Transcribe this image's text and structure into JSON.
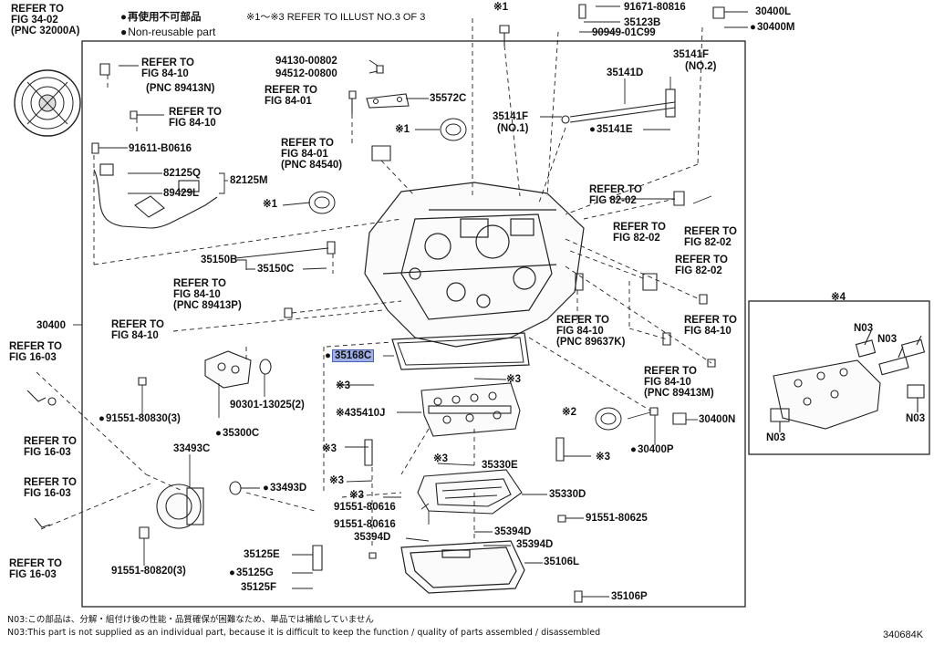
{
  "legend": {
    "jp": "再使用不可部品",
    "en": "Non-reusable part",
    "refer_note": "※1～※3 REFER TO ILLUST NO.3 OF 3"
  },
  "assembly_label": "30400",
  "inset_marker": "※4",
  "footer": {
    "line_jp": "N03:この部品は、分解・組付け後の性能・品質確保が困難なため、単品では補給していません",
    "line_en": "N03:This part is not supplied as an individual part, because it is difficult to keep the function / quality of parts assembled / disassembled",
    "illust_no": "340684K"
  },
  "labels": {
    "ref_34_02": "REFER TO|FIG 34-02|(PNC 32000A)",
    "ref_84_10_a": "REFER TO|FIG 84-10",
    "pnc_89413n": "(PNC 89413N)",
    "ref_84_10_b": "REFER TO|FIG 84-10",
    "p_91611": "91611-B0616",
    "p_82125q": "82125Q",
    "p_82125m": "82125M",
    "p_89429l": "89429L",
    "p_94130": "94130-00802",
    "p_94512": "94512-00800",
    "ref_84_01_a": "REFER TO|FIG 84-01",
    "p_35572c": "35572C",
    "ref_84_01_b": "REFER TO|FIG 84-01|(PNC 84540)",
    "x1_a": "1",
    "x1_b": "1",
    "x1_c": "1",
    "p_91671": "91671-80816",
    "p_35123b": "35123B",
    "p_90949": "90949-01C99",
    "p_30400l": "30400L",
    "p_30400m": "30400M",
    "p_35141f_top": "35141F",
    "no2": "(NO.2)",
    "p_35141d": "35141D",
    "p_35141f": "35141F",
    "no1": "(NO.1)",
    "p_35141e": "35141E",
    "ref_82_02_a": "REFER TO|FIG 82-02",
    "ref_82_02_b": "REFER TO|FIG 82-02",
    "ref_82_02_c": "REFER TO|FIG 82-02",
    "ref_82_02_d": "REFER TO|FIG 82-02",
    "p_35150b": "35150B",
    "p_35150c": "35150C",
    "ref_84_10_c": "REFER TO|FIG 84-10|(PNC 89413P)",
    "p_30400": "30400",
    "ref_84_10_d": "REFER TO|FIG 84-10",
    "ref_16_03_a": "REFER TO|FIG 16-03",
    "ref_16_03_b": "REFER TO|FIG 16-03",
    "ref_16_03_c": "REFER TO|FIG 16-03",
    "ref_16_03_d": "REFER TO|FIG 16-03",
    "ref_84_10_e": "REFER TO|FIG 84-10|(PNC 89637K)",
    "ref_84_10_f": "REFER TO|FIG 84-10",
    "ref_84_10_g": "REFER TO|FIG 84-10|(PNC 89413M)",
    "p_35168c": "35168C",
    "p_90301": "90301-13025(2)",
    "p_91551_80830": "91551-80830(3)",
    "p_35300c": "35300C",
    "p_35410j": "35410J",
    "x3_a": "3",
    "x3_b": "3",
    "x2": "2",
    "p_30400n": "30400N",
    "p_30400p": "30400P",
    "p_33493c": "33493C",
    "p_33493d": "33493D",
    "x3_c": "3",
    "x3_d": "3",
    "x3_e": "3",
    "x3_f": "3",
    "p_35330e": "35330E",
    "x3_g": "3",
    "p_91551_80616_a": "91551-80616",
    "p_35330d": "35330D",
    "p_91551_80616_b": "91551-80616",
    "p_91551_80625": "91551-80625",
    "p_35394d_a": "35394D",
    "p_35394d_b": "35394D",
    "p_35394d_c": "35394D",
    "p_91551_80820": "91551-80820(3)",
    "p_35125e": "35125E",
    "p_35106l": "35106L",
    "p_35125g": "35125G",
    "p_35125f": "35125F",
    "p_35106p": "35106P",
    "n03": "N03"
  },
  "colors": {
    "highlight": "#9fb0e6",
    "line": "#222222"
  }
}
